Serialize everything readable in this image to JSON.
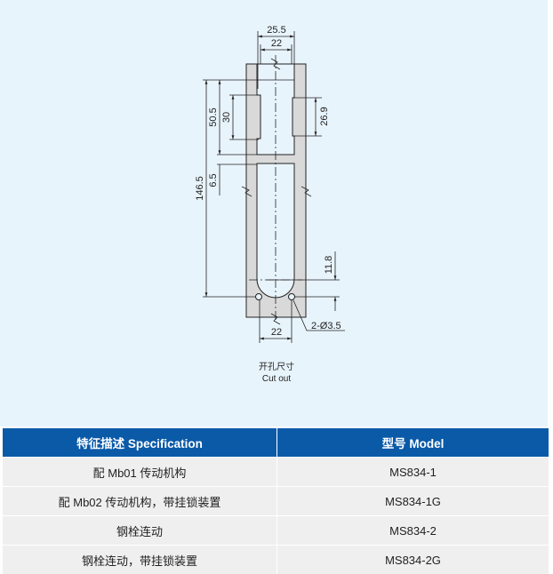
{
  "drawing": {
    "dimensions": {
      "top_outer_width": "25.5",
      "top_inner_width": "22",
      "total_height": "146.5",
      "upper_slot_height": "50.5",
      "left_notch": "30",
      "crossbar": "6.5",
      "right_notch": "26.9",
      "hole_offset": "11.8",
      "hole_spacing": "22",
      "holes": "2-Ø3.5"
    },
    "caption_cn": "开孔尺寸",
    "caption_en": "Cut out"
  },
  "table": {
    "headers": [
      "特征描述 Specification",
      "型号 Model"
    ],
    "rows": [
      [
        "配 Mb01 传动机构",
        "MS834-1"
      ],
      [
        "配 Mb02 传动机构，带挂锁装置",
        "MS834-1G"
      ],
      [
        "钢栓连动",
        "MS834-2"
      ],
      [
        "钢栓连动，带挂锁装置",
        "MS834-2G"
      ]
    ]
  },
  "colors": {
    "header": "#0a5aa8",
    "panel": "#e8f4fc",
    "plate": "#d9d9d9"
  }
}
